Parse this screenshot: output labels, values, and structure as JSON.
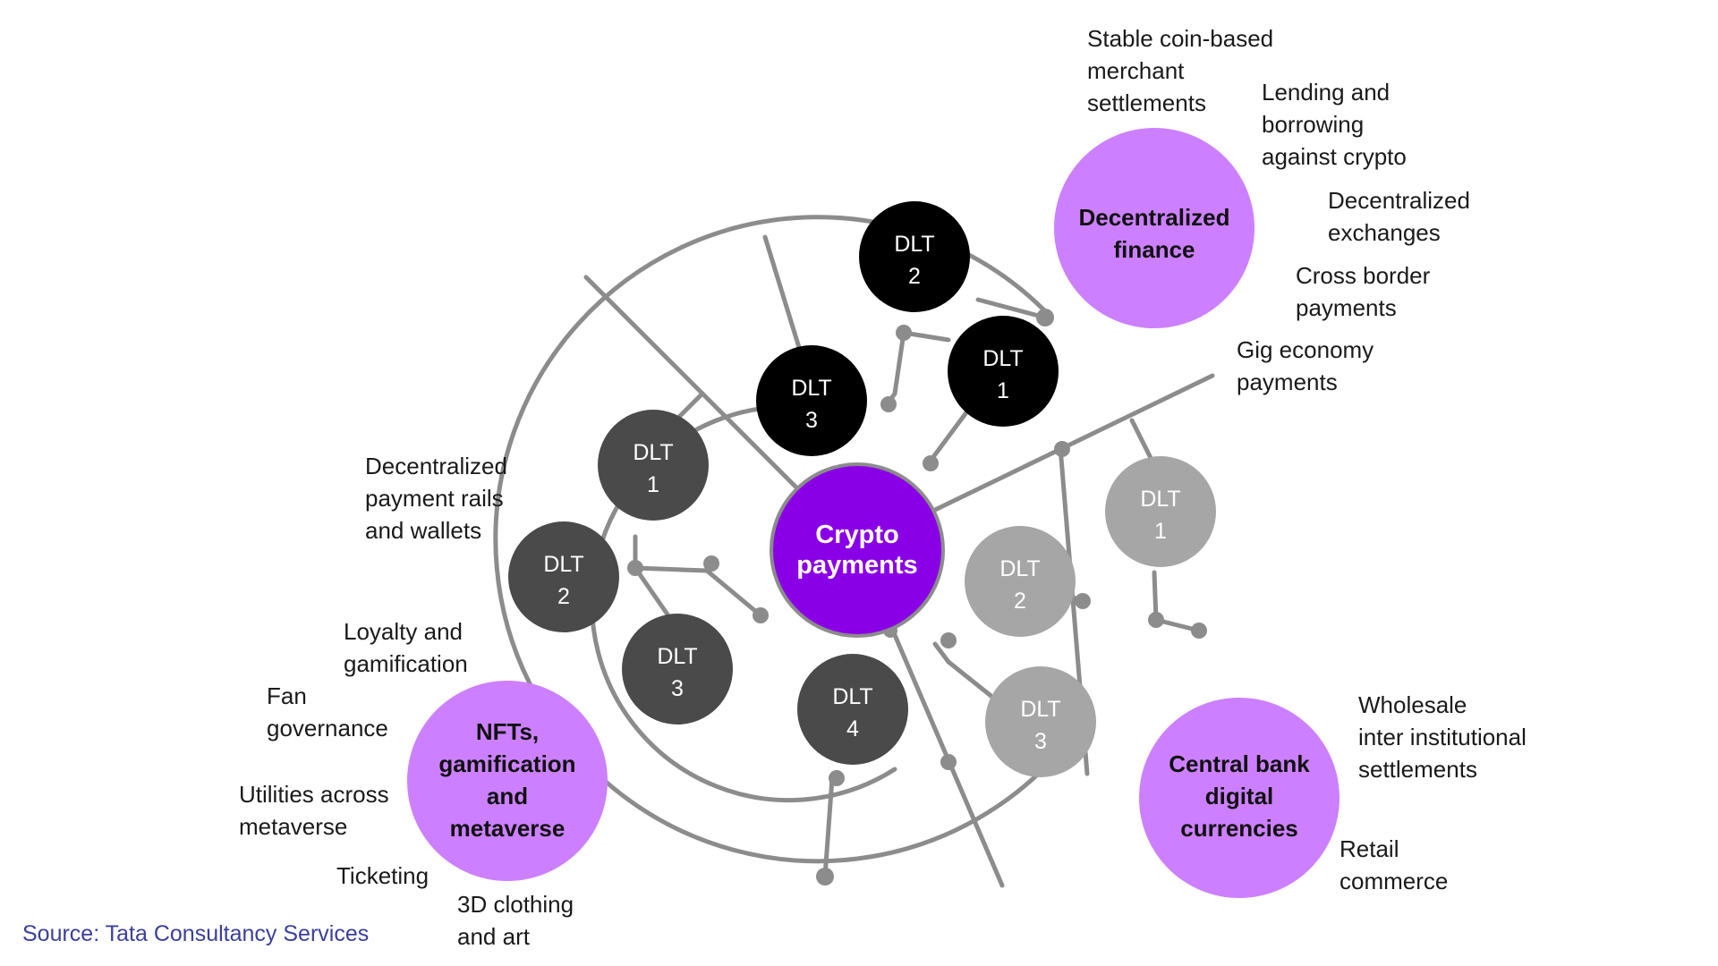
{
  "center": {
    "lines": [
      "Crypto",
      "payments"
    ],
    "color": "#8a00e6"
  },
  "colors": {
    "dark": "#000000",
    "mid": "#4a4a4a",
    "light": "#a6a6a6",
    "category": "#cc80ff",
    "line": "#8c8c8c"
  },
  "dlt_nodes": {
    "black": [
      {
        "lines": [
          "DLT",
          "2"
        ]
      },
      {
        "lines": [
          "DLT",
          "1"
        ]
      },
      {
        "lines": [
          "DLT",
          "3"
        ]
      }
    ],
    "dark": [
      {
        "lines": [
          "DLT",
          "1"
        ]
      },
      {
        "lines": [
          "DLT",
          "2"
        ]
      },
      {
        "lines": [
          "DLT",
          "3"
        ]
      },
      {
        "lines": [
          "DLT",
          "4"
        ]
      }
    ],
    "light": [
      {
        "lines": [
          "DLT",
          "1"
        ]
      },
      {
        "lines": [
          "DLT",
          "2"
        ]
      },
      {
        "lines": [
          "DLT",
          "3"
        ]
      }
    ]
  },
  "categories": [
    {
      "id": "defi",
      "lines": [
        "Decentralized",
        "finance"
      ],
      "labels": [
        [
          "Stable  coin-based",
          "merchant",
          "settlements"
        ],
        [
          "Lending and",
          "borrowing",
          "against crypto"
        ],
        [
          "Decentralized",
          "exchanges"
        ],
        [
          "Cross border",
          "payments"
        ],
        [
          "Gig economy",
          "payments"
        ]
      ]
    },
    {
      "id": "nft",
      "lines": [
        "NFTs,",
        "gamification",
        "and",
        "metaverse"
      ],
      "labels": [
        [
          "Loyalty and",
          "gamification"
        ],
        [
          "Fan",
          "governance"
        ],
        [
          "Utilities  across",
          "metaverse"
        ],
        [
          "Ticketing"
        ],
        [
          "3D clothing",
          "and art"
        ]
      ]
    },
    {
      "id": "cbdc",
      "lines": [
        "Central bank",
        "digital",
        "currencies"
      ],
      "labels": [
        [
          "Wholesale",
          "inter institutional",
          "settlements"
        ],
        [
          "Retail",
          "commerce"
        ]
      ]
    }
  ],
  "standalone_labels": [
    [
      "Decentralized",
      "payment rails",
      "and wallets"
    ]
  ],
  "source": "Source: Tata Consultancy Services"
}
